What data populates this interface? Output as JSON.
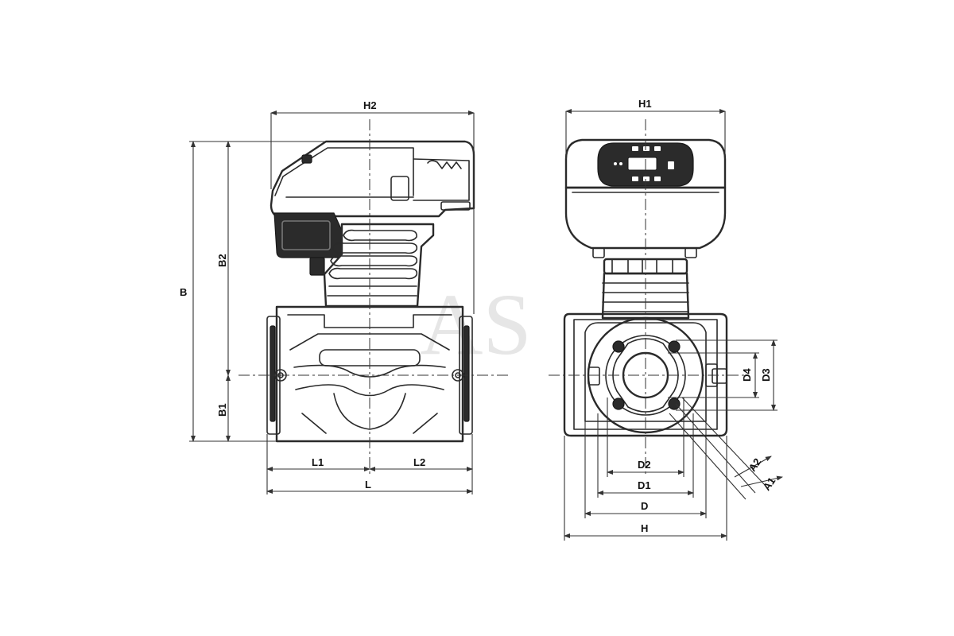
{
  "labels": {
    "h2": "H2",
    "b": "B",
    "b2": "B2",
    "b1": "B1",
    "l1": "L1",
    "l2": "L2",
    "l": "L",
    "h1": "H1",
    "d4": "D4",
    "d3": "D3",
    "d2": "D2",
    "d1": "D1",
    "d": "D",
    "h": "H",
    "a2": "A2",
    "a1": "A1"
  },
  "watermark": "AS",
  "colors": {
    "line": "#2a2a2a",
    "dark_fill": "#2b2b2b",
    "background": "#ffffff"
  }
}
